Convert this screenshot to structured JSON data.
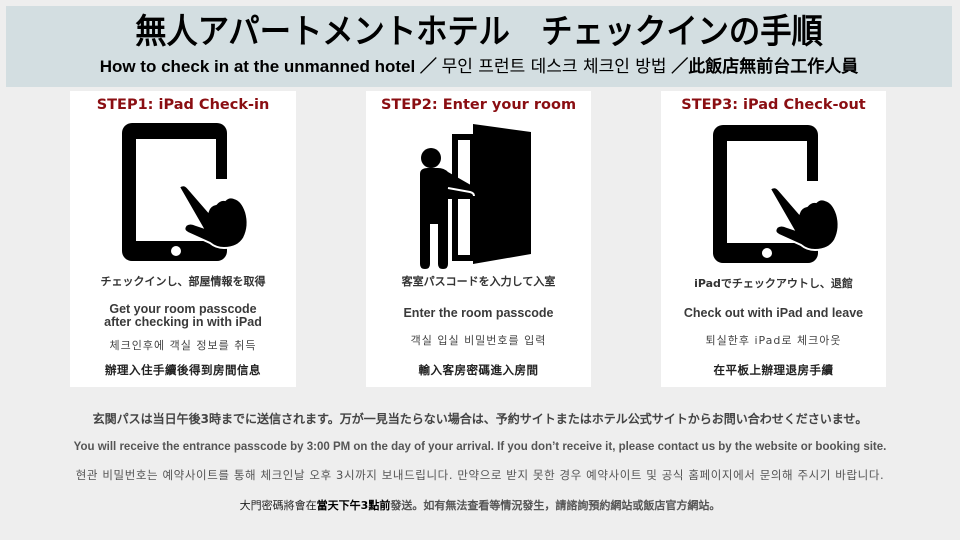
{
  "header": {
    "title": "無人アパートメントホテル　チェックインの手順",
    "subtitle_en": "How to check in at the unmanned hotel ／ ",
    "subtitle_ko": "무인 프런트 데스크 체크인 방법",
    "subtitle_zh": " ／此飯店無前台工作人員",
    "background_color": "#d3dee1"
  },
  "steps": [
    {
      "title": "STEP1: iPad Check-in",
      "icon": "tablet-touch-icon",
      "ja": "チェックインし、部屋情報を取得",
      "en_line1": "Get your room passcode",
      "en_line2": "after checking in with iPad",
      "ko": "체크인후에 객실 정보를 취득",
      "zh": "辦理入住手續後得到房間信息"
    },
    {
      "title": "STEP2: Enter your room",
      "icon": "person-door-icon",
      "ja": "客室パスコードを入力して入室",
      "en_line1": "Enter the room passcode",
      "ko": "객실 입실 비밀번호를 입력",
      "zh": "輸入客房密碼進入房間"
    },
    {
      "title": "STEP3: iPad Check-out",
      "icon": "tablet-touch-icon",
      "ja": "iPadでチェックアウトし、退館",
      "en_line1": "Check out with iPad and leave",
      "ko": "퇴실한후 iPad로 체크아웃",
      "zh": "在平板上辦理退房手續"
    }
  ],
  "footer": {
    "ja": "玄関パスは当日午後3時までに送信されます。万が一見当たらない場合は、予約サイトまたはホテル公式サイトからお問い合わせくださいませ。",
    "en": "You will receive the entrance passcode by 3:00 PM on the day of your arrival. If you don’t receive it, please contact us by the website or booking site.",
    "ko": "현관 비밀번호는 예약사이트를 통해 체크인날 오후 3시까지 보내드립니다. 만약으로 받지 못한 경우 예약사이트 및 공식 홈페이지에서 문의해 주시기 바랍니다.",
    "zh_part1": "大門密碼將會在",
    "zh_part2": "當天下午3點前",
    "zh_part3": "發送。如有無法查看等情況發生，請諮詢預約網站或飯店官方網站。"
  },
  "colors": {
    "step_title": "#8a0e12",
    "page_background": "#eeeeee",
    "panel_background": "#ffffff"
  }
}
